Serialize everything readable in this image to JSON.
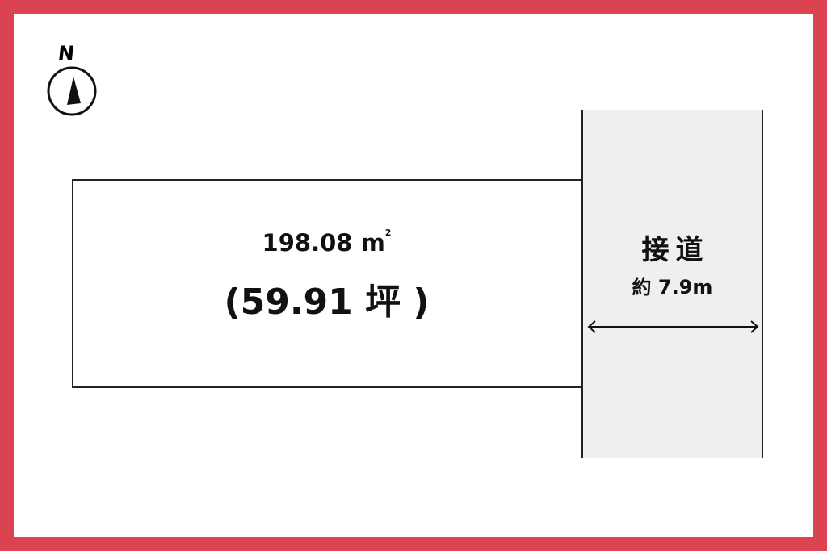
{
  "compass": {
    "label": "N"
  },
  "plot": {
    "area_sqm": "198.08",
    "sqm_unit": "m",
    "sqm_sup": "2",
    "area_tsubo": "(59.91 坪 )"
  },
  "road": {
    "title": "接道",
    "width": "約 7.9m"
  },
  "colors": {
    "frame": "#dc4350",
    "road_fill": "#efefef",
    "line": "#222222"
  }
}
